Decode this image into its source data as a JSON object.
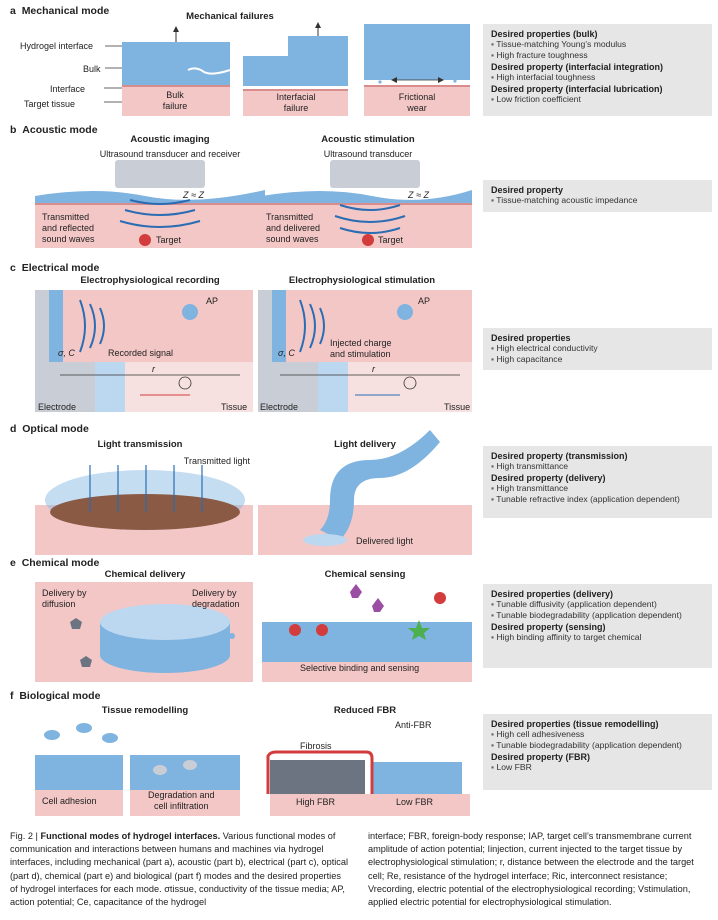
{
  "sections": {
    "a": {
      "letter": "a",
      "title": "Mechanical mode",
      "header": "Mechanical failures",
      "labels": {
        "hydrogel_interface": "Hydrogel interface",
        "bulk": "Bulk",
        "interface": "Interface",
        "target_tissue": "Target tissue"
      },
      "panels": [
        "Bulk\nfailure",
        "Interfacial\nfailure",
        "Frictional\nwear"
      ],
      "props": [
        {
          "head": "Desired properties (bulk)",
          "items": [
            "Tissue-matching Young’s modulus",
            "High fracture toughness"
          ]
        },
        {
          "head": "Desired property (interfacial integration)",
          "items": [
            "High interfacial toughness"
          ]
        },
        {
          "head": "Desired property (interfacial lubrication)",
          "items": [
            "Low friction coefficient"
          ]
        }
      ]
    },
    "b": {
      "letter": "b",
      "title": "Acoustic mode",
      "left": {
        "title": "Acoustic imaging",
        "subtitle": "Ultrasound transducer and receiver",
        "text": "Transmitted\nand reflected\nsound waves"
      },
      "right": {
        "title": "Acoustic stimulation",
        "subtitle": "Ultrasound transducer",
        "text": "Transmitted\nand delivered\nsound waves"
      },
      "target": "Target",
      "z_eq": "Z",
      "props": [
        {
          "head": "Desired property",
          "items": [
            "Tissue-matching acoustic impedance"
          ]
        }
      ]
    },
    "c": {
      "letter": "c",
      "title": "Electrical mode",
      "left": {
        "title": "Electrophysiological recording",
        "signal": "Recorded signal"
      },
      "right": {
        "title": "Electrophysiological stimulation",
        "signal": "Injected charge\nand stimulation"
      },
      "ap": "AP",
      "sigma_c": "σ, C",
      "electrode": "Electrode",
      "tissue": "Tissue",
      "r": "r",
      "props": [
        {
          "head": "Desired properties",
          "items": [
            "High electrical conductivity",
            "High capacitance"
          ]
        }
      ]
    },
    "d": {
      "letter": "d",
      "title": "Optical mode",
      "left": {
        "title": "Light transmission",
        "label": "Transmitted light"
      },
      "right": {
        "title": "Light delivery",
        "label": "Delivered light"
      },
      "props": [
        {
          "head": "Desired property (transmission)",
          "items": [
            "High transmittance"
          ]
        },
        {
          "head": "Desired property (delivery)",
          "items": [
            "High transmittance",
            "Tunable refractive index (application dependent)"
          ]
        }
      ]
    },
    "e": {
      "letter": "e",
      "title": "Chemical mode",
      "left": {
        "title": "Chemical delivery",
        "l1": "Delivery by\ndiffusion",
        "l2": "Delivery by\ndegradation"
      },
      "right": {
        "title": "Chemical sensing",
        "label": "Selective binding and sensing"
      },
      "props": [
        {
          "head": "Desired properties (delivery)",
          "items": [
            "Tunable diffusivity (application dependent)",
            "Tunable biodegradability (application dependent)"
          ]
        },
        {
          "head": "Desired property (sensing)",
          "items": [
            "High binding affinity to target chemical"
          ]
        }
      ]
    },
    "f": {
      "letter": "f",
      "title": "Biological mode",
      "left": {
        "title": "Tissue remodelling",
        "l1": "Cell adhesion",
        "l2": "Degradation and\ncell infiltration"
      },
      "right": {
        "title": "Reduced FBR",
        "fibrosis": "Fibrosis",
        "anti": "Anti-FBR",
        "high": "High FBR",
        "low": "Low FBR"
      },
      "props": [
        {
          "head": "Desired properties (tissue remodelling)",
          "items": [
            "High cell adhesiveness",
            "Tunable biodegradability (application dependent)"
          ]
        },
        {
          "head": "Desired property (FBR)",
          "items": [
            "Low FBR"
          ]
        }
      ]
    }
  },
  "caption": {
    "fig": "Fig. 2 | ",
    "bold": "Functional modes of hydrogel interfaces.",
    "col1": " Various functional modes of communication and interactions between humans and machines via hydrogel interfaces, including mechanical (part a), acoustic (part b), electrical (part c), optical (part d), chemical (part e) and biological (part f) modes and the desired properties of hydrogel interfaces for each mode. σtissue, conductivity of the tissue media; AP, action potential; Ce, capacitance of the hydrogel",
    "col2": "interface; FBR, foreign-body response; IAP, target cell’s transmembrane current amplitude of action potential; Iinjection, current injected to the target tissue by electrophysiological stimulation; r, distance between the electrode and the target cell; Re, resistance of the hydrogel interface; Ric, interconnect resistance; Vrecording, electric potential of the electrophysiological recording; Vstimulation, applied electric potential for electrophysiological stimulation."
  },
  "colors": {
    "hydrogel": "#7fb3e0",
    "tissue": "#f4c7c7",
    "tissueLine": "#d98c8c",
    "box": "#e6e6e6",
    "accent": "#d23c3c"
  }
}
